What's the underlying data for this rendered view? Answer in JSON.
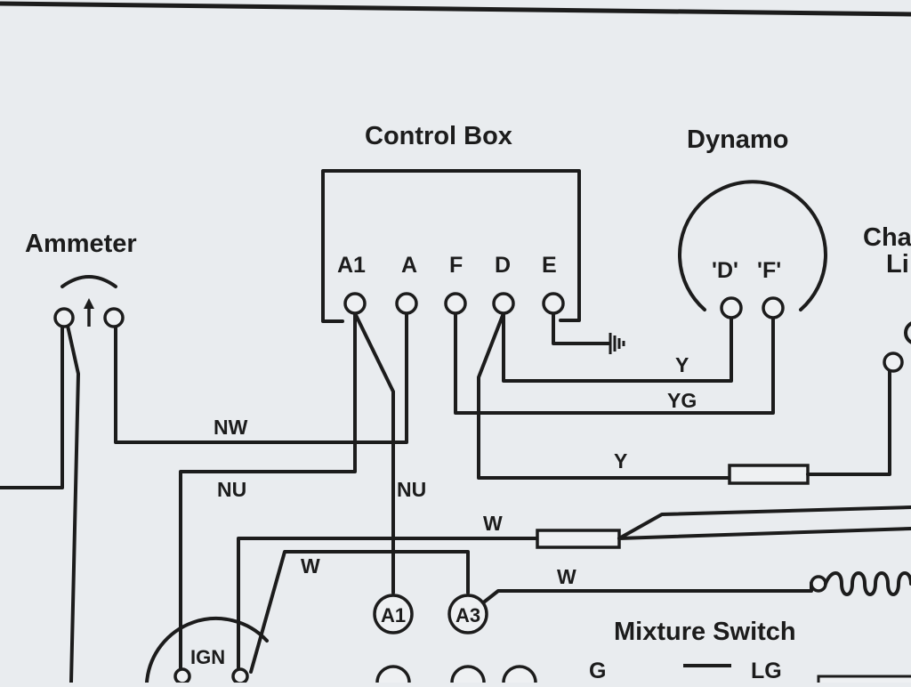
{
  "diagram": {
    "headings": {
      "control_box": "Control Box",
      "dynamo": "Dynamo",
      "ammeter": "Ammeter",
      "charge_light": "Cha",
      "charge_light_line2": "Li",
      "mixture_switch": "Mixture Switch"
    },
    "control_box_terminals": [
      "A1",
      "A",
      "F",
      "D",
      "E"
    ],
    "dynamo_terminals": [
      "'D'",
      "'F'"
    ],
    "wire_labels": {
      "y1": "Y",
      "yg": "YG",
      "nw": "NW",
      "y2": "Y",
      "nu_left": "NU",
      "nu_right": "NU",
      "w_top": "W",
      "w_left": "W",
      "w_mid": "W"
    },
    "components": {
      "a1": "A1",
      "a3": "A3",
      "ign": "IGN"
    },
    "bottom_labels": {
      "g": "G",
      "lg": "LG"
    },
    "colors": {
      "paper": "#e9ecef",
      "ink": "#1c1c1c"
    }
  }
}
